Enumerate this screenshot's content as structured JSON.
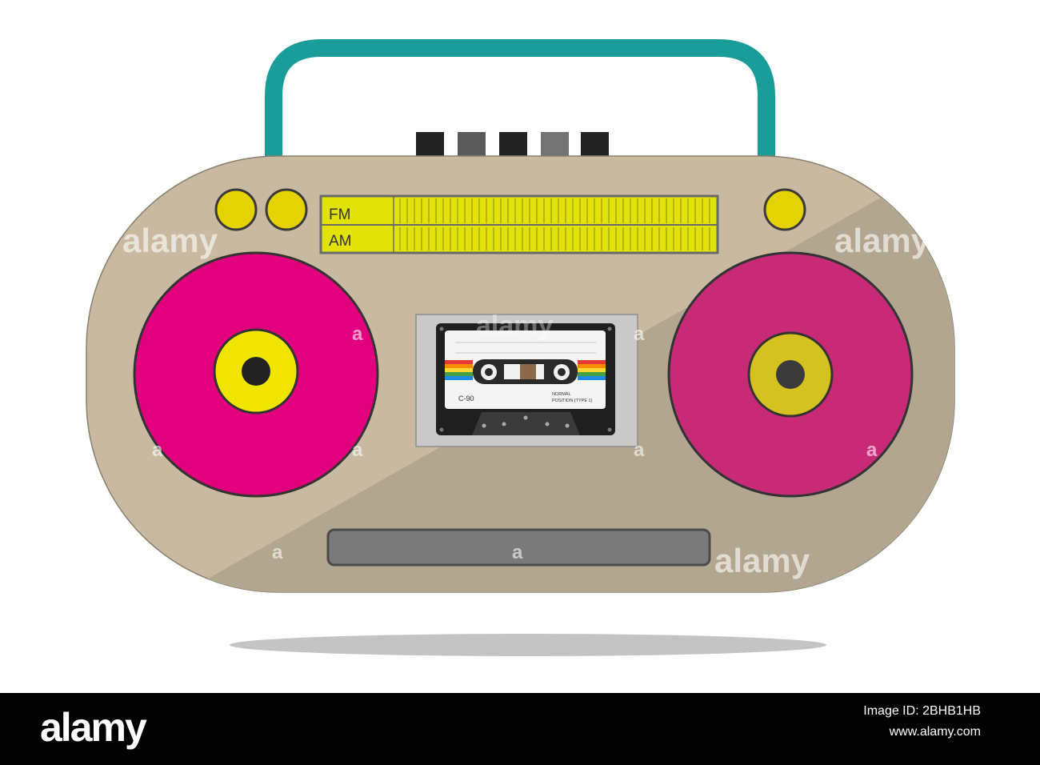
{
  "radio": {
    "band_fm": "FM",
    "band_am": "AM"
  },
  "cassette": {
    "type_label": "C-90",
    "position_line1": "NORMAL",
    "position_line2": "POSITION (TYPE 1)"
  },
  "watermark": {
    "brand": "alamy",
    "mark": "a"
  },
  "footer": {
    "logo": "alamy",
    "image_id": "Image ID: 2BHB1HB",
    "url": "www.alamy.com"
  },
  "colors": {
    "handle": "#1a9d98",
    "body": "#c8b9a0",
    "body_shadow": "#b3a690",
    "speaker_left": "#e3007f",
    "speaker_right": "#c82a78",
    "tweeter_left": "#f2e500",
    "tweeter_right": "#d4c220",
    "dial": "#e3e30a",
    "footer_bg": "#000000"
  }
}
